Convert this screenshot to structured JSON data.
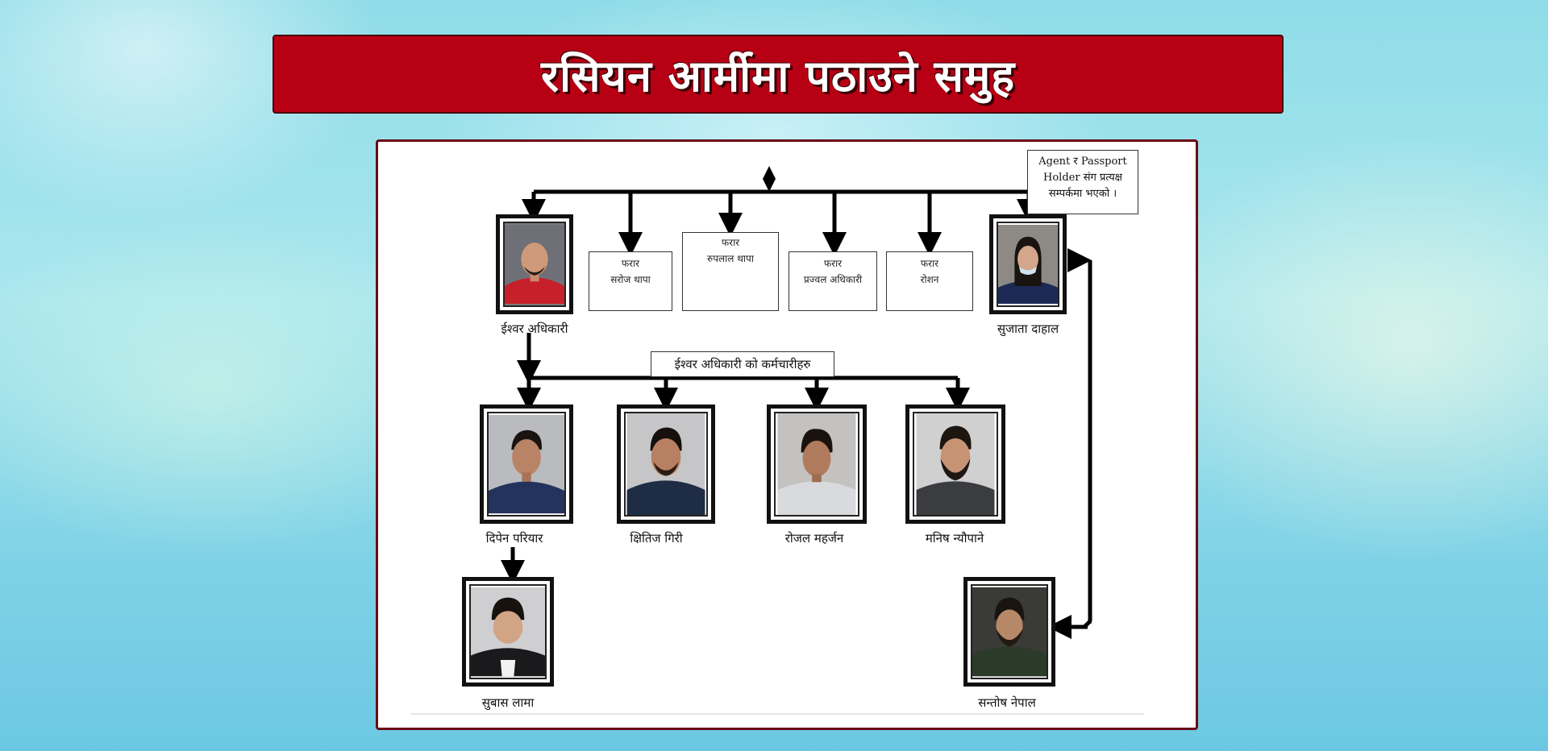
{
  "banner": {
    "title": "रसियन आर्मीमा पठाउने समुह"
  },
  "note": {
    "line1": "Agent र Passport",
    "line2": "Holder संग प्रत्यक्ष",
    "line3": "सम्पर्कमा भएको ।"
  },
  "employees_label": "ईश्वर अधिकारी को कर्मचारीहरु",
  "absconding": [
    {
      "status": "फरार",
      "name": "सरोज थापा"
    },
    {
      "status": "फरार",
      "name": "रुपलाल थापा"
    },
    {
      "status": "फरार",
      "name": "प्रज्वल अधिकारी"
    },
    {
      "status": "फरार",
      "name": "रोशन"
    }
  ],
  "people": {
    "ishwar": "ईश्वर अधिकारी",
    "sujata": "सुजाता दाहाल",
    "dipen": "दिपेन परियार",
    "kshitij": "क्षितिज गिरी",
    "rojal": "रोजल महर्जन",
    "manish": "मनिष न्यौपाने",
    "subas": "सुबास लामा",
    "santosh": "सन्तोष नेपाल"
  },
  "colors": {
    "banner": "#b80014",
    "panel_border": "#6a0a14",
    "background": "#8fdce8"
  }
}
